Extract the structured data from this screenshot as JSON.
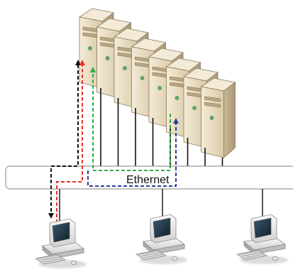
{
  "network": {
    "bus_label": "Ethernet"
  },
  "servers": [
    {
      "id": "server-1"
    },
    {
      "id": "server-2"
    },
    {
      "id": "server-3"
    },
    {
      "id": "server-4"
    },
    {
      "id": "server-5"
    },
    {
      "id": "server-6"
    },
    {
      "id": "server-7"
    },
    {
      "id": "server-8"
    }
  ],
  "clients": [
    {
      "id": "client-1",
      "icon": "desktop-computer-icon"
    },
    {
      "id": "client-2",
      "icon": "desktop-computer-icon"
    },
    {
      "id": "client-3",
      "icon": "desktop-computer-icon"
    }
  ],
  "paths": [
    {
      "name": "black",
      "color": "#111111"
    },
    {
      "name": "red",
      "color": "#e8302a"
    },
    {
      "name": "green",
      "color": "#3aa64a"
    },
    {
      "name": "blue",
      "color": "#2b3f9a"
    }
  ],
  "colors": {
    "server_face": "#e8dcc2",
    "server_side": "#cdbd9c",
    "server_top": "#f3ead7",
    "indicator_light": "#5cae6a",
    "bus_fill": "#ffffff",
    "bus_stroke": "#9a9a9a",
    "client_body": "#e6e6e6",
    "screen": "#1a3140"
  }
}
